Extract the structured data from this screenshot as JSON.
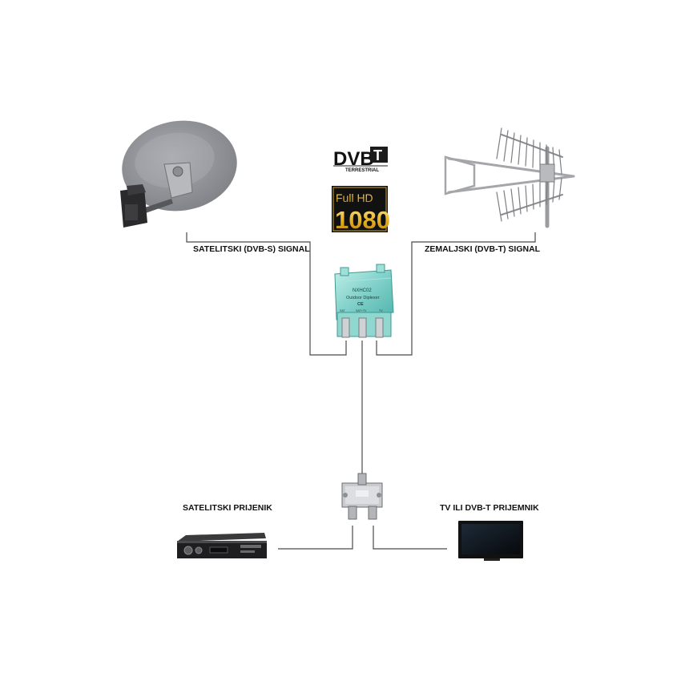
{
  "labels": {
    "satellite_signal": "SATELITSKI (DVB-S) SIGNAL",
    "terrestrial_signal": "ZEMALJSKI (DVB-T) SIGNAL",
    "satellite_receiver": "SATELITSKI PRIJENIK",
    "tv_receiver": "TV ILI DVB-T PRIJEMNIK"
  },
  "logos": {
    "dvbt_main": "DVB",
    "dvbt_letter": "T",
    "dvbt_sub": "TERRESTRIAL",
    "fullhd_top": "Full HD",
    "fullhd_num": "1080"
  },
  "diplexer": {
    "model": "NXHC02",
    "name": "Outdoor Diplexer",
    "mark": "CE",
    "port_left": "SAT",
    "port_mid": "SAT+TV",
    "port_right": "TV"
  },
  "colors": {
    "dish": "#8e9095",
    "diplexer": "#7fd0c9",
    "line": "#4a4a4a",
    "fullhd_gold": "#e8b325"
  }
}
